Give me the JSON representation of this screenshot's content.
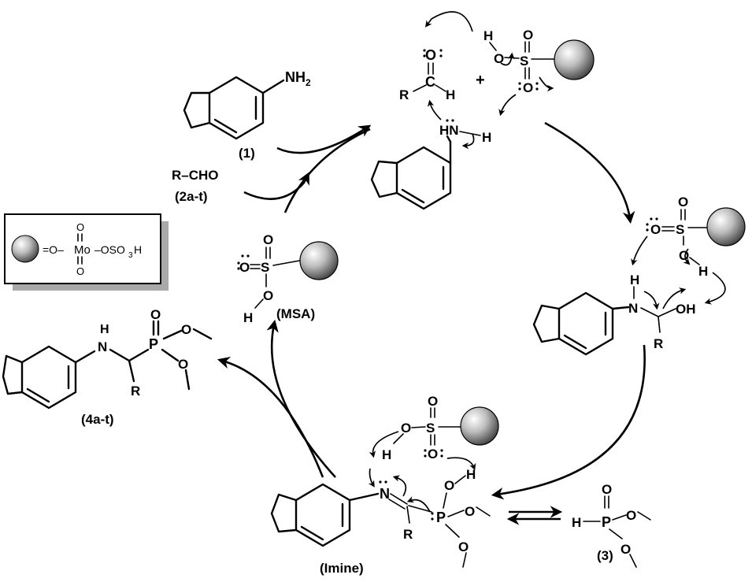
{
  "compounds": {
    "amine_label": "(1)",
    "aldehyde_formula": "R–CHO",
    "aldehyde_label": "(2a-t)",
    "product_label": "(4a-t)",
    "phosphite_label": "(3)",
    "msa_label": "(MSA)",
    "imine_label": "(Imine)"
  },
  "legend": {
    "formula_left": "=O–",
    "metal": "Mo",
    "formula_right": "–OSO",
    "sub": "3",
    "tail": "H",
    "oxo_top": "O",
    "oxo_bottom": "O"
  },
  "atoms": {
    "nh2": "NH",
    "nh2_sub": "2",
    "O": "O",
    "S": "S",
    "H": "H",
    "N": "N",
    "C": "C",
    "R": "R",
    "P": "P",
    "OH": "OH",
    "HN": "HN",
    "plus": "+"
  },
  "colors": {
    "sphere_highlight": "#ffffff",
    "sphere_shadow": "#3a3a3a",
    "legend_shadow": "#a9a9a9"
  }
}
